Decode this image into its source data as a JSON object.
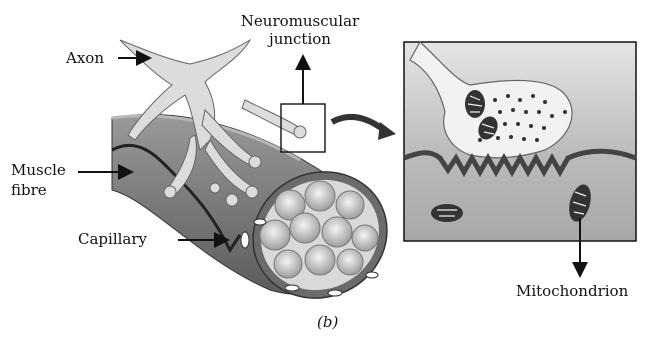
{
  "labels": {
    "axon": "Axon",
    "nmj_line1": "Neuromuscular",
    "nmj_line2": "junction",
    "muscle_line1": "Muscle",
    "muscle_line2": "fibre",
    "capillary": "Capillary",
    "mitochondrion": "Mitochondrion"
  },
  "caption": "(b)",
  "colors": {
    "ink": "#111111",
    "axon_fill": "#d8d8d8",
    "muscle_fill": "#8a8a8a",
    "muscle_dark": "#555555",
    "inset_bg": "#bdbdbd"
  }
}
